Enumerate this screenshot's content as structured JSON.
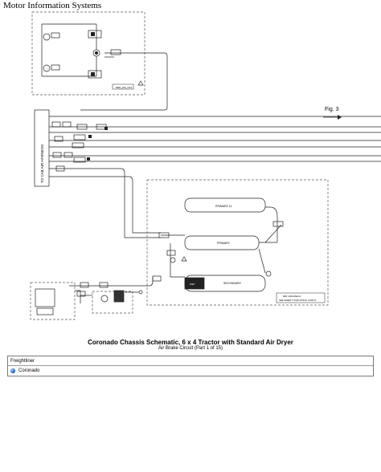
{
  "header": {
    "title": "Motor Information Systems"
  },
  "schematic": {
    "fig_label": "Fig. 3",
    "harness_label": "TO CAB AIR HARNESS",
    "tanks": {
      "primary_top": "PRIMARY 11",
      "primary": "PRIMARY",
      "secondary": "SECONDARY",
      "wet": "WET"
    },
    "ref_tags": {
      "upper": "NED_011_NCL",
      "lower_1": "REF. ENCASE/CL",
      "lower_2": "SEE SHEET 2 FOR STOCK CONT'D"
    }
  },
  "caption": {
    "title": "Coronado Chassis Schematic, 6 x 4 Tractor with Standard Air Dryer",
    "subtitle": "Air Brake Circuit (Part 1 of 15)"
  },
  "applicability": {
    "make": "Freightliner",
    "model": "Coronado"
  }
}
